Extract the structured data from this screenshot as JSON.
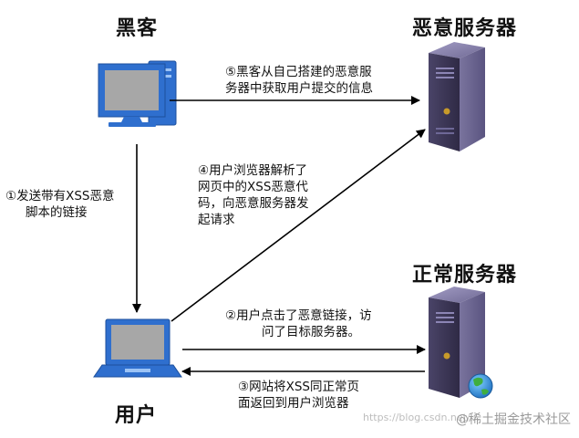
{
  "nodes": {
    "hacker": "黑客",
    "user": "用户",
    "malicious_server": "恶意服务器",
    "normal_server": "正常服务器"
  },
  "steps": {
    "s1": [
      "①发送带有XSS恶意",
      "脚本的链接"
    ],
    "s2": [
      "②用户点击了恶意链接，访",
      "问了目标服务器。"
    ],
    "s3": [
      "③网站将XSS同正常页",
      "面返回到用户浏览器"
    ],
    "s4": [
      "④用户浏览器解析了",
      "网页中的XSS恶意代",
      "码，向恶意服务器发",
      "起请求"
    ],
    "s5": [
      "⑤黑客从自己搭建的恶意服",
      "务器中获取用户提交的信息"
    ]
  },
  "watermarks": {
    "faint": "https://blog.csdn.net/...",
    "brand": "@稀土掘金技术社区"
  },
  "colors": {
    "line": "#000000",
    "monitor_screen": "#a7a7a7",
    "computer_body": "#2f6fce",
    "server_dark": "#3d3857",
    "server_light": "#77719a"
  }
}
